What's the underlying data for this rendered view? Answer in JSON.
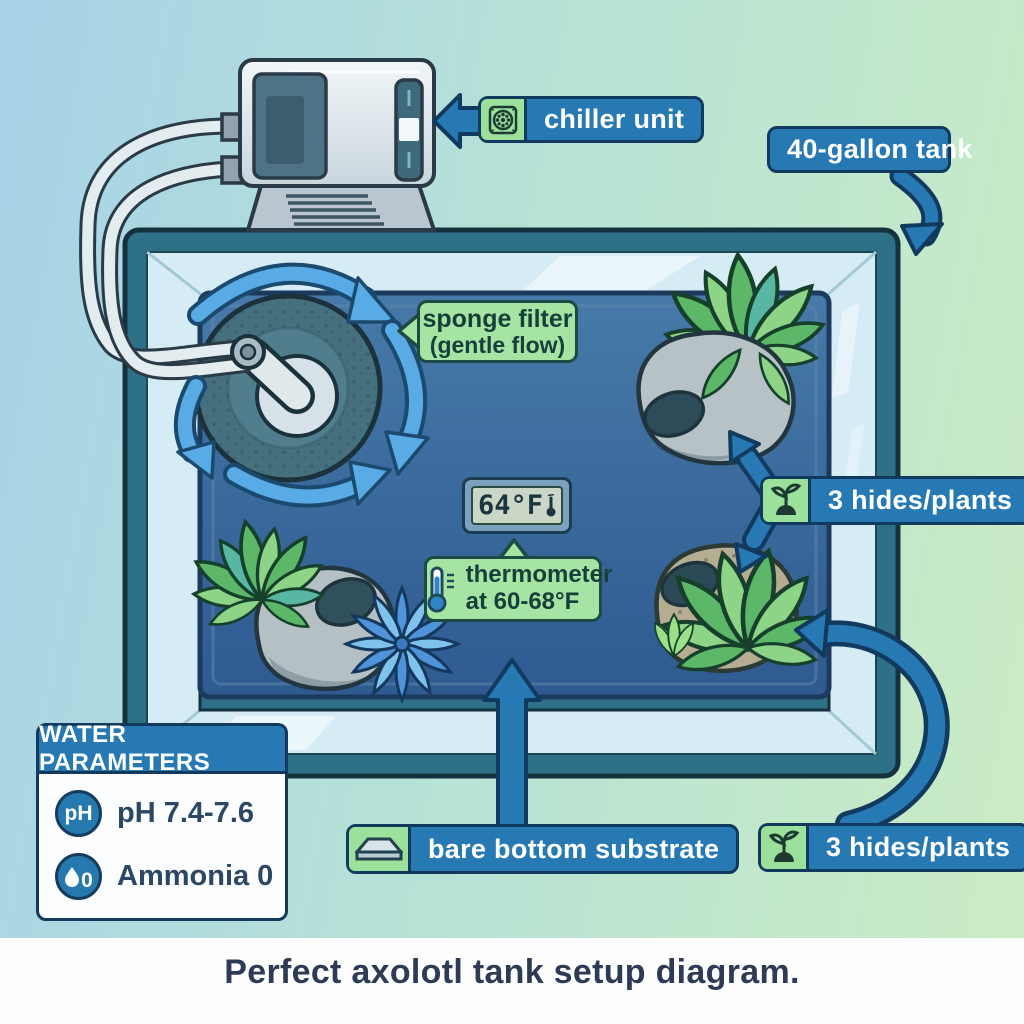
{
  "colors": {
    "label_blue": "#2779b4",
    "label_outline": "#123a5e",
    "bubble_green": "#a6e4a4",
    "icon_box_green": "#9be09b",
    "tank_frame_teal": "#2e7086",
    "water_blue": "#3c6b9e",
    "flow_arrow_blue": "#58abe4",
    "background_left": "#a7d2e8",
    "background_right": "#cbecc3",
    "caption_text": "#2d3b55"
  },
  "labels": {
    "chiller": "chiller unit",
    "tank_size": "40-gallon tank",
    "sponge_line1": "sponge filter",
    "sponge_line2": "(gentle flow)",
    "hides_top": "3 hides/plants",
    "hides_bottom": "3 hides/plants",
    "substrate": "bare bottom substrate"
  },
  "thermometer": {
    "display_value": "64°F",
    "note_line1": "thermometer",
    "note_line2": "at 60-68°F"
  },
  "water_parameters": {
    "title": "WATER PARAMETERS",
    "rows": [
      {
        "badge": "pH",
        "text": "pH 7.4-7.6"
      },
      {
        "badge": "0",
        "text": "Ammonia 0"
      }
    ]
  },
  "caption": "Perfect axolotl tank setup diagram.",
  "icons": {
    "chiller_label": "fan-icon",
    "hides_label": "plant-sprout-icon",
    "substrate_label": "substrate-tray-icon",
    "thermometer_note": "thermometer-icon",
    "ph_row": "ph-badge",
    "ammonia_row": "water-drop-icon"
  }
}
